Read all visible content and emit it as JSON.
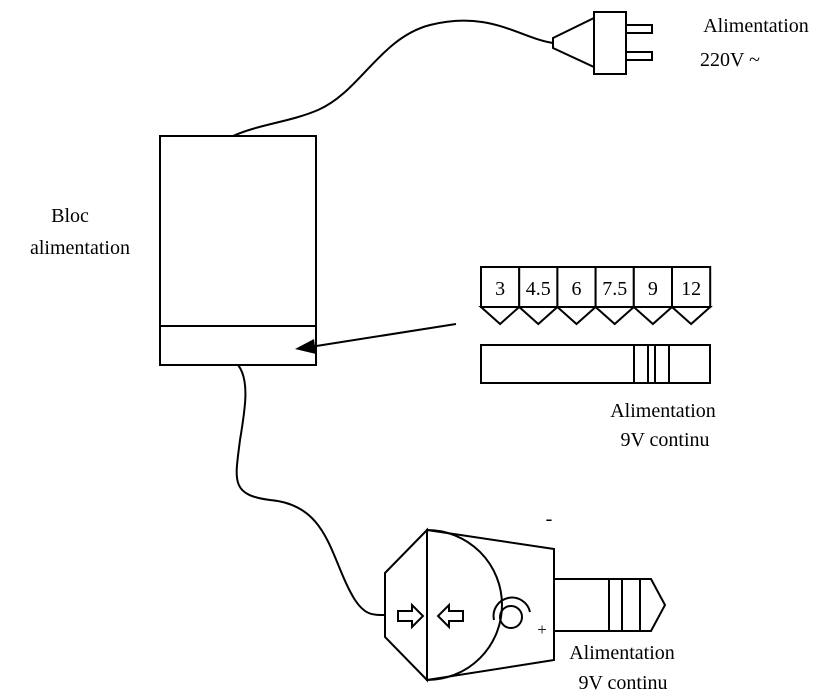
{
  "labels": {
    "mains_line1": "Alimentation",
    "mains_line2": "220V ~",
    "block_line1": "Bloc",
    "block_line2": "alimentation",
    "selector_line1": "Alimentation",
    "selector_line2": "9V continu",
    "plug_line1": "Alimentation",
    "plug_line2": "9V continu"
  },
  "voltage_selector": {
    "options": [
      "3",
      "4.5",
      "6",
      "7.5",
      "9",
      "12"
    ],
    "selected": "9"
  },
  "polarity": {
    "minus": "-",
    "plus": "+"
  },
  "colors": {
    "stroke": "#000000",
    "background": "#ffffff"
  }
}
